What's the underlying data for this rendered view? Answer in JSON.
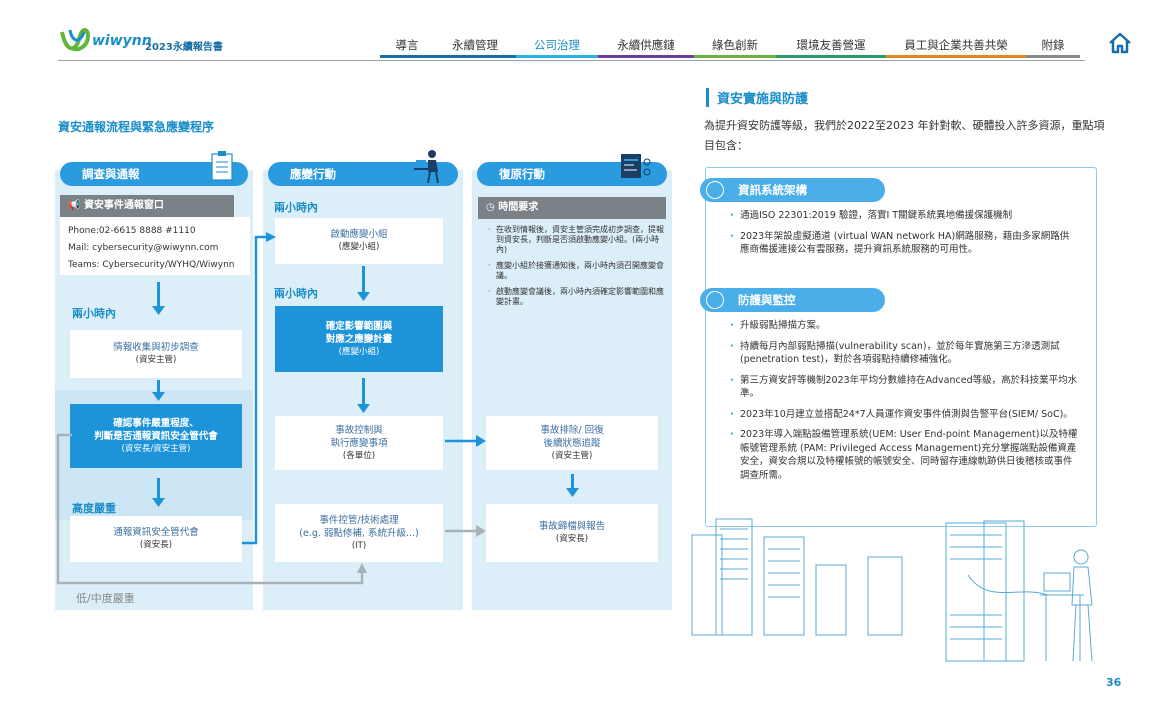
{
  "header": {
    "brand": "wiwynn",
    "report_title": "2023永續報告書",
    "nav": [
      {
        "label": "導言",
        "color": "#1a6fa8"
      },
      {
        "label": "永續管理",
        "color": "#1a6fa8"
      },
      {
        "label": "公司治理",
        "color": "#2bb0e8",
        "active": true
      },
      {
        "label": "永續供應鏈",
        "color": "#6a3fa0"
      },
      {
        "label": "綠色創新",
        "color": "#6cb33f"
      },
      {
        "label": "環境友善營運",
        "color": "#2a9a6a"
      },
      {
        "label": "員工與企業共善共榮",
        "color": "#e08a1e"
      },
      {
        "label": "附錄",
        "color": "#888888"
      }
    ]
  },
  "left": {
    "title": "資安通報流程與緊急應變程序",
    "col1": {
      "header": "調查與通報",
      "window_title": "資安事件通報窗口",
      "contact_lines": [
        "Phone:02-6615 8888 #1110",
        "Mail: cybersecurity@wiwynn.com",
        "Teams: Cybersecurity/WYHQ/Wiwynn"
      ],
      "label_two_hours": "兩小時內",
      "box1": {
        "title": "情報收集與初步調查",
        "sub": "(資安主管)"
      },
      "box2": {
        "title1": "確認事件嚴重程度、",
        "title2": "判斷是否通報資訊安全管代會",
        "sub": "(資安長/資安主管)"
      },
      "label_high": "高度嚴重",
      "box3": {
        "title": "通報資訊安全管代會",
        "sub": "(資安長)"
      },
      "label_low": "低/中度嚴重"
    },
    "col2": {
      "header": "應變行動",
      "label_a": "兩小時內",
      "box1": {
        "title": "啟動應變小組",
        "sub": "(應變小組)"
      },
      "label_b": "兩小時內",
      "box2": {
        "title1": "確定影響範圍與",
        "title2": "對應之應變計畫",
        "sub": "(應變小組)"
      },
      "box3": {
        "title1": "事故控制與",
        "title2": "執行應變事項",
        "sub": "(各單位)"
      },
      "box4": {
        "title1": "事件控管/技術處理",
        "title2": "(e.g. 弱點修補, 系統升級...)",
        "sub": "(IT)"
      }
    },
    "col3": {
      "header": "復原行動",
      "time_req": "時間要求",
      "requirements": [
        "在收到情報後，資安主管須完成初步調查，提報到資安長，判斷是否須啟動應變小組。(兩小時內)",
        "應變小組於接獲通知後，兩小時內須召開應變會議。",
        "啟動應變會議後，兩小時內須確定影響範圍和應變計畫。"
      ],
      "box1": {
        "title1": "事故排除/ 回復",
        "title2": "後續狀態追蹤",
        "sub": "(資安主管)"
      },
      "box2": {
        "title": "事故歸檔與報告",
        "sub": "(資安長)"
      }
    }
  },
  "right": {
    "title": "資安實施與防護",
    "intro": "為提升資安防護等級，我們於2022至2023 年針對軟、硬體投入許多資源，重點項目包含：",
    "section1": {
      "title": "資訊系統架構",
      "icon": "globe-icon",
      "items": [
        "通過ISO 22301:2019 驗證，落實I T關鍵系統異地備援保護機制",
        "2023年架設虛擬通道 (virtual WAN network HA)網路服務，藉由多家網路供應商備援連接公有雲服務，提升資訊系統服務的可用性。"
      ]
    },
    "section2": {
      "title": "防護與監控",
      "icon": "fingerprint-icon",
      "items": [
        "升級弱點掃描方案。",
        "持續每月內部弱點掃描(vulnerability scan)，並於每年實施第三方滲透測試(penetration test)，對於各項弱點持續修補強化。",
        "第三方資安評等機制2023年平均分數維持在Advanced等級，高於科技業平均水準。",
        "2023年10月建立並搭配24*7人員運作資安事件偵測與告警平台(SIEM/ SoC)。",
        "2023年導入端點設備管理系統(UEM: User End-point Management)以及特權帳號管理系統 (PAM: Privileged Access Management)充分掌握端點設備資產安全，資安合規以及特權帳號的帳號安全、同時留存連線軌跡供日後稽核或事件調查所需。"
      ]
    }
  },
  "page_number": "36"
}
